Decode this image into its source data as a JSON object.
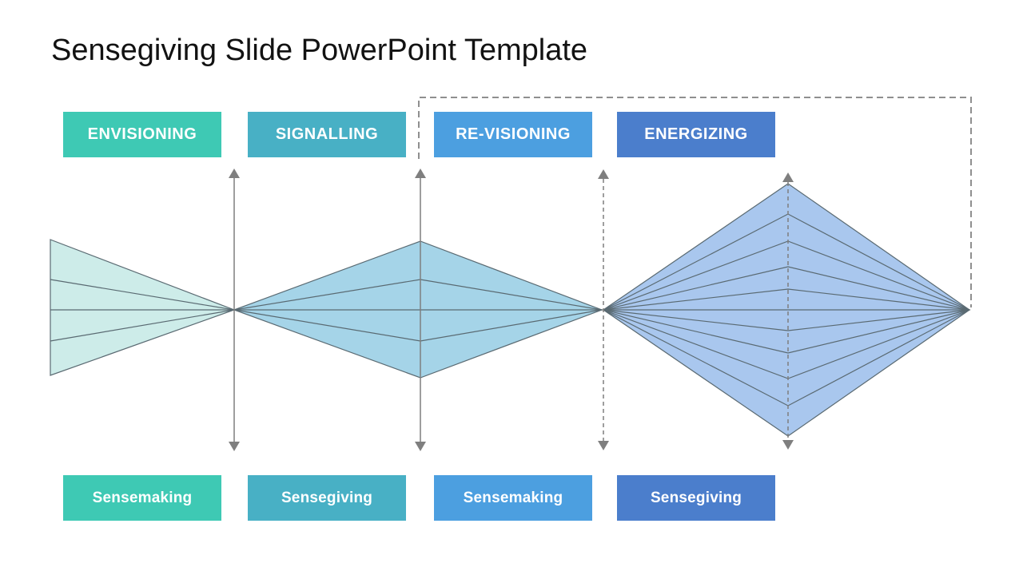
{
  "slide": {
    "title": "Sensegiving Slide PowerPoint Template",
    "background_color": "#ffffff"
  },
  "phases": [
    {
      "id": "envisioning",
      "top_label": "ENVISIONING",
      "bottom_label": "Sensemaking",
      "color": "#3ec9b4"
    },
    {
      "id": "signalling",
      "top_label": "SIGNALLING",
      "bottom_label": "Sensegiving",
      "color": "#48b0c5"
    },
    {
      "id": "re-visioning",
      "top_label": "RE-VISIONING",
      "bottom_label": "Sensemaking",
      "color": "#4c9fe0"
    },
    {
      "id": "energizing",
      "top_label": "ENERGIZING",
      "bottom_label": "Sensegiving",
      "color": "#4b7ecc"
    }
  ],
  "diagram": {
    "funnel_fill": "#cdece9",
    "middle_diamond_fill": "#a5d4e8",
    "right_diamond_fill": "#a9c7ee",
    "shape_line_color": "#5a6a72",
    "arrow_color": "#7f7f7f",
    "dashed_border_color": "#8f8f8f"
  }
}
